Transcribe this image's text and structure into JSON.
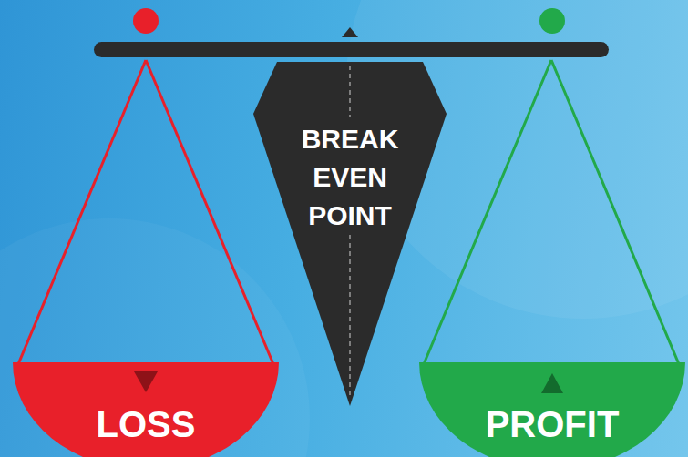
{
  "diagram": {
    "nodes": [
      {
        "text": [
          "BREAK EVEN POINT"
        ]
      },
      {
        "text": [
          "LOSS"
        ]
      },
      {
        "text": [
          "PROFIT"
        ]
      }
    ]
  }
}
